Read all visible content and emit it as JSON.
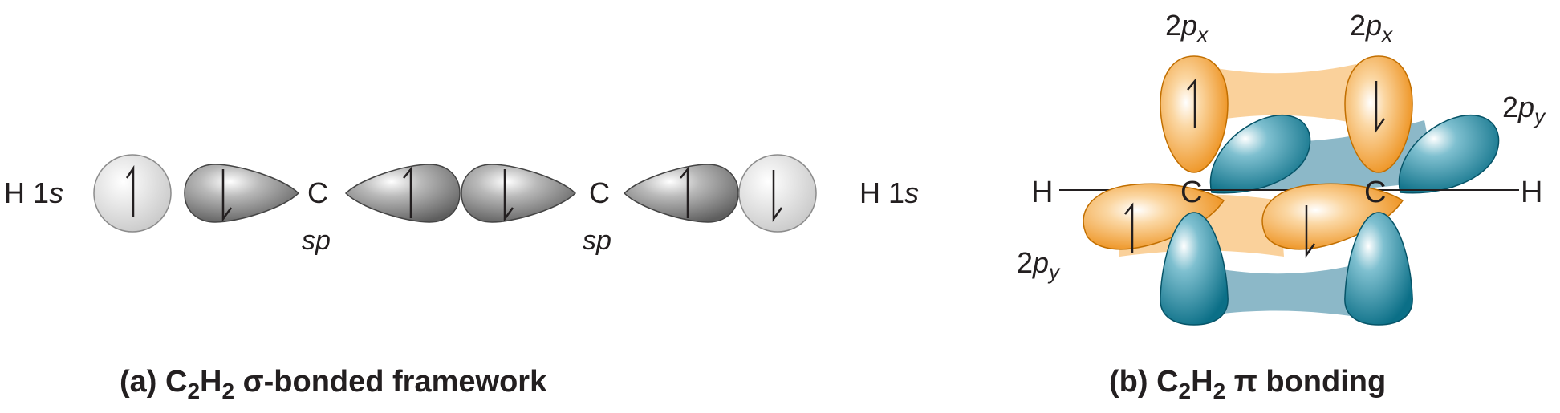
{
  "panel_a": {
    "h_left": "H 1",
    "h_right": "H 1",
    "s_italic": "s",
    "c_left": "C",
    "c_right": "C",
    "sp_left": "sp",
    "sp_right": "sp",
    "caption": {
      "prefix": "(a) C",
      "sub2": "2",
      "h": "H",
      "sub2b": "2",
      "rest": " σ-bonded framework"
    }
  },
  "panel_b": {
    "h_left": "H",
    "h_right": "H",
    "c_left": "C",
    "c_right": "C",
    "label_2": "2",
    "label_p": "p",
    "sub_x": "x",
    "sub_y": "y",
    "caption": {
      "prefix": "(b) C",
      "sub2": "2",
      "h": "H",
      "sub2b": "2",
      "rest": " π bonding"
    }
  },
  "colors": {
    "hydrogen_orbital": "#e4e4e4",
    "sp_orbital": "#8a8a8a",
    "px_orbital": "#f39a25",
    "py_orbital": "#0d7c96",
    "orange_overlap": "#f9c98a",
    "teal_overlap": "#7fb0c2"
  }
}
